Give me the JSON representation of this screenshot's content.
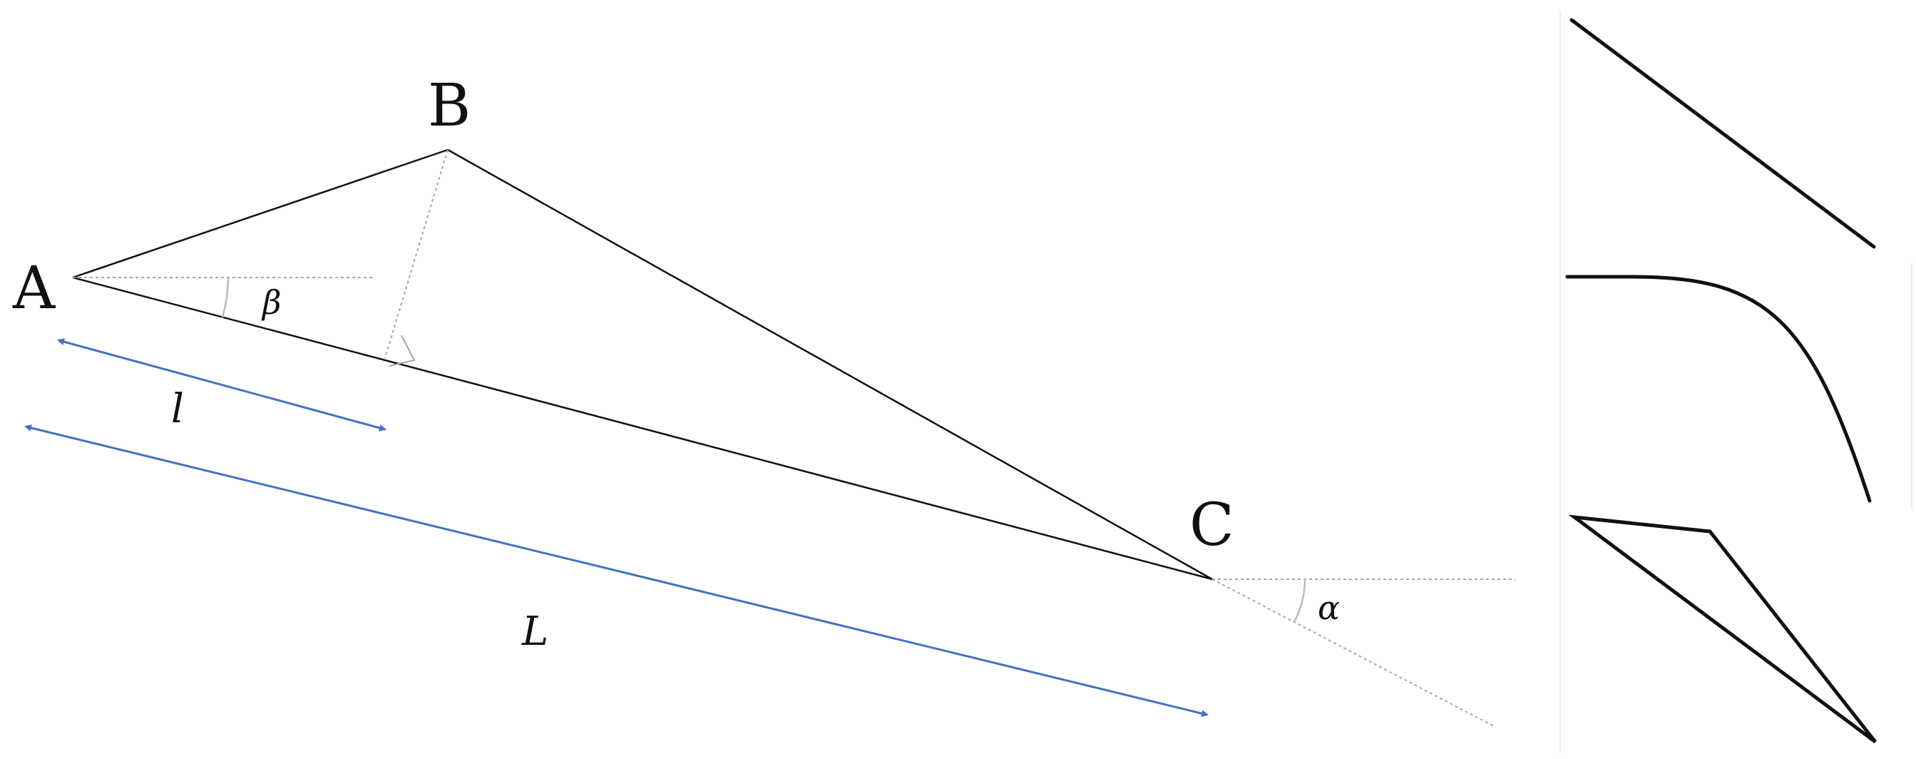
{
  "points": {
    "A": "A",
    "B": "B",
    "C": "C"
  },
  "angles": {
    "beta": "β",
    "alpha": "α"
  },
  "lengths": {
    "l": "l",
    "L": "L"
  },
  "colors": {
    "arrow": "#4472C4",
    "line": "#111111",
    "helper": "#a6a6a6"
  },
  "thumbnails": [
    "straight-line",
    "curve",
    "triangle"
  ]
}
